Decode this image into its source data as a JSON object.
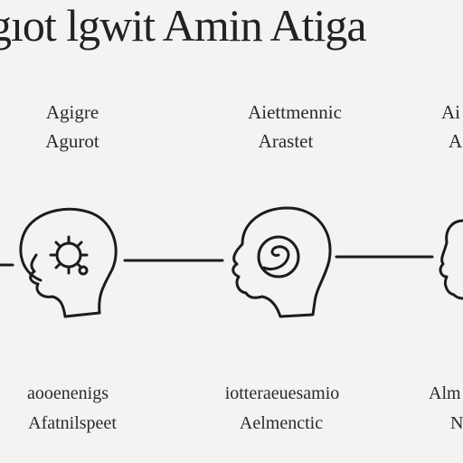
{
  "title": "gıot lgwit Amin Atiga",
  "nodes": [
    {
      "top_1": "Agigre",
      "top_2": "Agurot",
      "bottom_1": "aooenenigs",
      "bottom_2": "Afatnilspeet",
      "icon": "gear-head-icon"
    },
    {
      "top_1": "Aiettmennic",
      "top_2": "Arastet",
      "bottom_1": "iotteraeuesamio",
      "bottom_2": "Aelmenctic",
      "icon": "thought-head-icon"
    },
    {
      "top_1": "Ai",
      "top_2": "A",
      "bottom_1": "Alm",
      "bottom_2": "N",
      "icon": "head-profile-icon"
    }
  ],
  "colors": {
    "ink": "#1c1c1c",
    "background": "#f3f3f1"
  }
}
